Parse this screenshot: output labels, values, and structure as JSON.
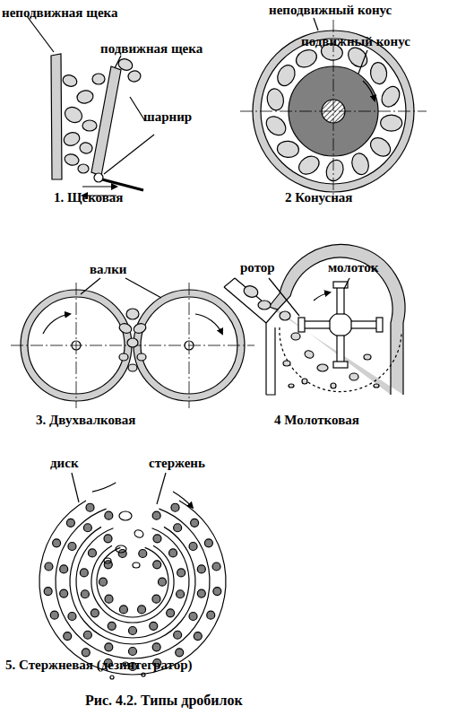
{
  "diagram": {
    "caption": "Рис. 4.2. Типы дробилок",
    "labels": [
      "неподвижная щека",
      "подвижная щека",
      "шарнир",
      "1. Щековая",
      "неподвижный конус",
      "подвижный конус",
      "2 Конусная",
      "валки",
      "3. Двухвалковая",
      "ротор",
      "молоток",
      "4 Молотковая",
      "диск",
      "стержень",
      "5. Стержневая (дезинтегратор)"
    ]
  }
}
